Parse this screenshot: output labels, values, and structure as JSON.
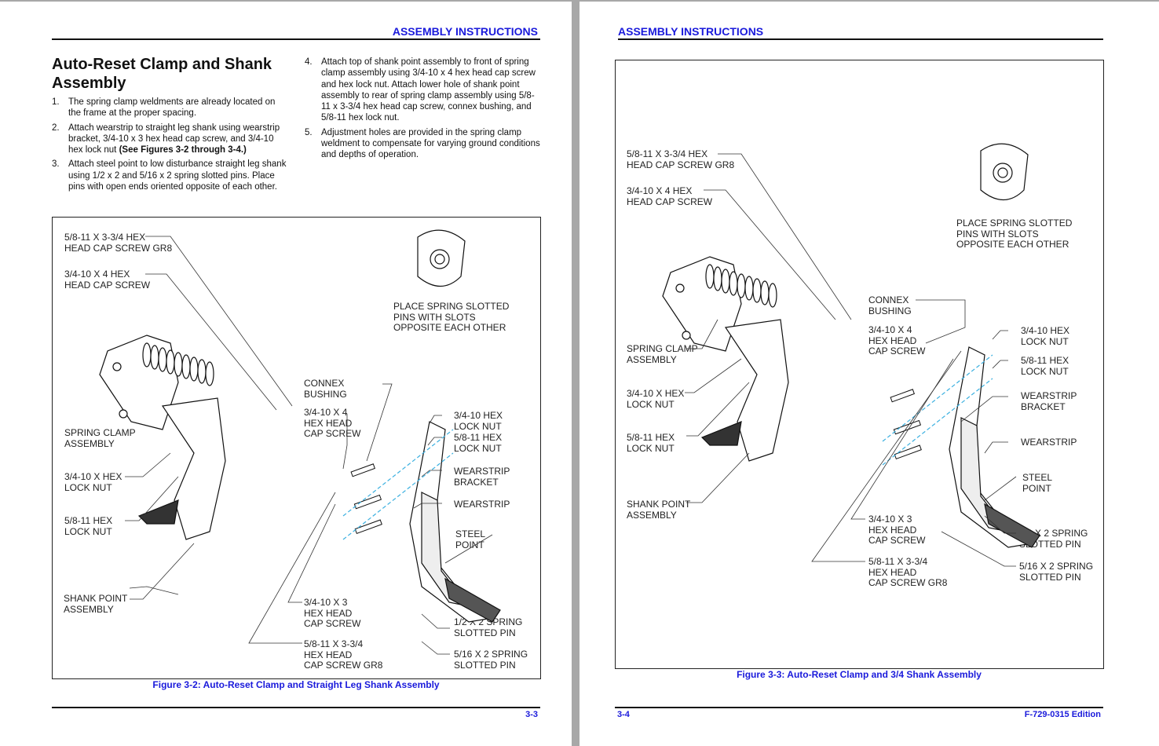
{
  "left_page": {
    "header": "ASSEMBLY INSTRUCTIONS",
    "title": "Auto-Reset Clamp and Shank Assembly",
    "steps": [
      {
        "n": "1.",
        "text": "The spring clamp weldments are already located on the frame at the proper spacing."
      },
      {
        "n": "2.",
        "text": "Attach wearstrip to straight leg shank using wearstrip bracket, 3/4-10 x 3 hex head cap screw, and 3/4-10 hex lock nut ",
        "bold": "(See Figures 3-2 through 3-4.)"
      },
      {
        "n": "3.",
        "text": "Attach steel point to low disturbance straight leg shank using 1/2 x 2 and 5/16 x 2 spring slotted pins. Place pins with open ends oriented opposite of each other."
      },
      {
        "n": "4.",
        "text": "Attach top of shank point assembly to front of spring clamp assembly using 3/4-10 x 4 hex head cap screw and hex lock nut. Attach lower hole of shank point assembly to rear of spring clamp assembly using 5/8-11 x 3-3/4 hex head cap screw, connex bushing, and 5/8-11 hex lock nut."
      },
      {
        "n": "5.",
        "text": "Adjustment holes are provided in the spring clamp weldment to compensate for varying ground conditions and depths of operation."
      }
    ],
    "figure": {
      "labels": [
        "5/8-11 X 3-3/4 HEX\nHEAD CAP SCREW GR8",
        "3/4-10 X 4 HEX\nHEAD CAP SCREW",
        "PLACE SPRING SLOTTED\nPINS WITH SLOTS\nOPPOSITE EACH OTHER",
        "CONNEX\nBUSHING",
        "3/4-10 X 4\nHEX HEAD\nCAP SCREW",
        "3/4-10 HEX\nLOCK NUT",
        "5/8-11  HEX\nLOCK NUT",
        "WEARSTRIP\nBRACKET",
        "WEARSTRIP",
        "STEEL\nPOINT",
        "SPRING CLAMP\nASSEMBLY",
        "3/4-10 X HEX\nLOCK NUT",
        "5/8-11 HEX\nLOCK NUT",
        "SHANK POINT\nASSEMBLY",
        "3/4-10 X 3\nHEX HEAD\nCAP SCREW",
        "5/8-11 X 3-3/4\nHEX HEAD\nCAP SCREW GR8",
        "1/2 X 2 SPRING\nSLOTTED PIN",
        "5/16 X 2 SPRING\nSLOTTED PIN"
      ],
      "caption": "Figure 3-2:  Auto-Reset Clamp and Straight Leg Shank Assembly"
    },
    "page_number": "3-3"
  },
  "right_page": {
    "header": "ASSEMBLY INSTRUCTIONS",
    "figure": {
      "labels": [
        "5/8-11 X 3-3/4 HEX\nHEAD CAP SCREW GR8",
        "3/4-10 X 4 HEX\nHEAD CAP SCREW",
        "PLACE SPRING SLOTTED\nPINS WITH SLOTS\nOPPOSITE EACH OTHER",
        "CONNEX\nBUSHING",
        "3/4-10 X 4\nHEX HEAD\nCAP SCREW",
        "3/4-10 HEX\nLOCK NUT",
        "5/8-11  HEX\nLOCK NUT",
        "WEARSTRIP\nBRACKET",
        "WEARSTRIP",
        "STEEL\nPOINT",
        "SPRING CLAMP\nASSEMBLY",
        "3/4-10 X HEX\nLOCK NUT",
        "5/8-11 HEX\nLOCK NUT",
        "SHANK POINT\nASSEMBLY",
        "3/4-10 X 3\nHEX HEAD\nCAP SCREW",
        "5/8-11 X 3-3/4\nHEX HEAD\nCAP SCREW GR8",
        "1/2 X 2 SPRING\nSLOTTED PIN",
        "5/16 X 2 SPRING\nSLOTTED PIN"
      ],
      "caption": "Figure 3-3:  Auto-Reset Clamp and 3/4 Shank Assembly"
    },
    "page_number": "3-4",
    "edition": "F-729-0315 Edition"
  },
  "colors": {
    "accent": "#1a1adb",
    "page": "#ffffff",
    "viewer_bg": "#a8a8a8"
  }
}
